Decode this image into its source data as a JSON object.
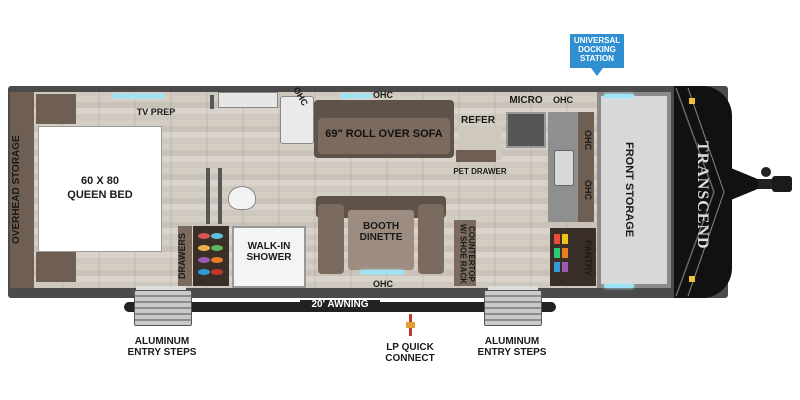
{
  "labels": {
    "universal_docking_station": "UNIVERSAL\nDOCKING\nSTATION",
    "overhead_storage": "OVERHEAD STORAGE",
    "tv_prep": "TV PREP",
    "bed_size": "60 x 80",
    "bed_name": "QUEEN BED",
    "ohc": "OHC",
    "sofa": "69\" ROLL OVER SOFA",
    "refer": "REFER",
    "micro": "MICRO",
    "pet_drawer": "PET DRAWER",
    "front_storage": "FRONT STORAGE",
    "booth_dinette": "BOOTH\nDINETTE",
    "counter": "COUNTERTOP\nW/ SHOE RACK",
    "pantry": "PANTRY",
    "drawers": "DRAWERS",
    "walk_in_shower": "WALK-IN\nSHOWER",
    "awning": "20' AWNING",
    "alum_steps_left": "ALUMINUM\nENTRY STEPS",
    "alum_steps_right": "ALUMINUM\nENTRY STEPS",
    "lp": "LP QUICK\nCONNECT",
    "brand": "TRANSCEND"
  },
  "colors": {
    "exterior": "#4b4b4b",
    "window": "#9be3f5",
    "dock_badge": "#2f8fd0",
    "lp_line": "#c0392b",
    "front_cap": "#111111"
  }
}
